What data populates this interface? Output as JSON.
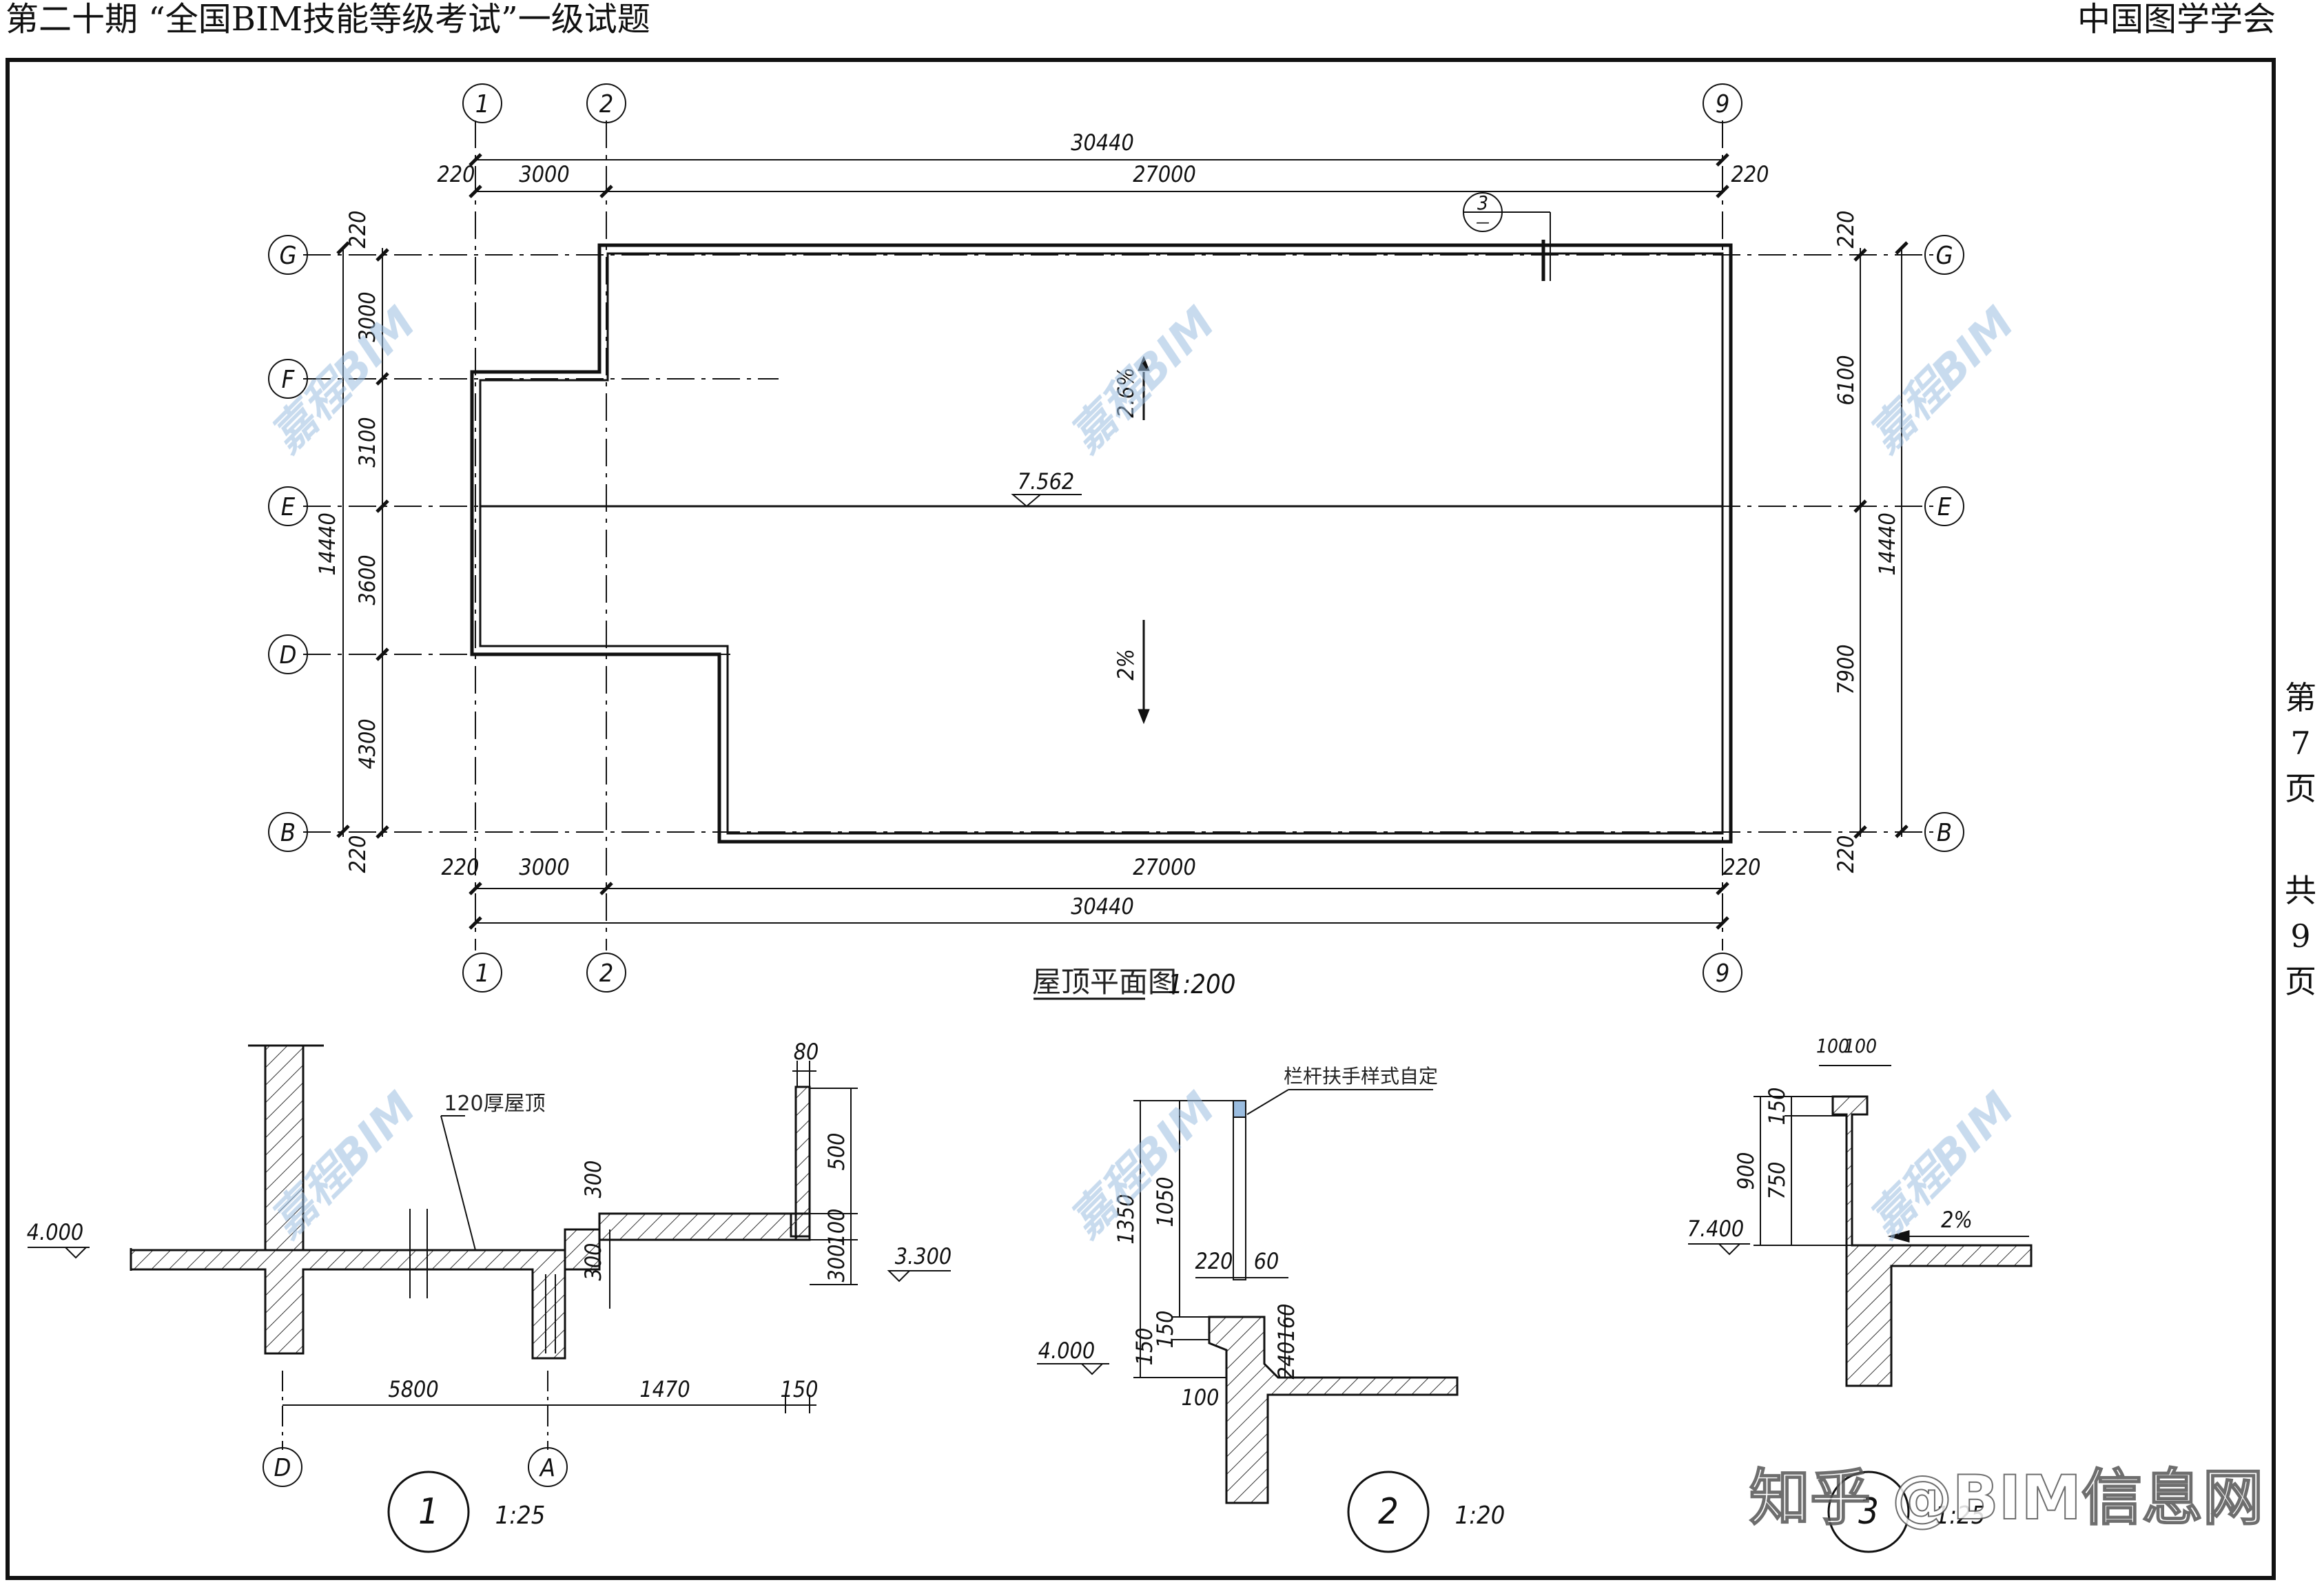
{
  "header": {
    "title": "第二十期 “全国BIM技能等级考试”一级试题",
    "organization": "中国图学学会"
  },
  "side_note": {
    "page": [
      "第",
      "7",
      "页"
    ],
    "total": [
      "共",
      "9",
      "页"
    ]
  },
  "plan": {
    "grid_axes": {
      "vertical": [
        "1",
        "2",
        "9"
      ],
      "horizontal": [
        "G",
        "F",
        "E",
        "D",
        "B"
      ]
    },
    "top_dims": {
      "total": "30440",
      "left_offset": "220",
      "bay_1_2": "3000",
      "bay_2_9": "27000",
      "right_offset": "220"
    },
    "bottom_dims": {
      "total": "30440",
      "left_offset": "220",
      "bay_1_2": "3000",
      "bay_2_9": "27000",
      "right_offset": "220"
    },
    "left_dims": {
      "total": "14440",
      "top_offset": "220",
      "g_f": "3000",
      "f_e": "3100",
      "e_d": "3600",
      "d_b": "4300",
      "bottom_offset": "220"
    },
    "right_dims": {
      "total": "14440",
      "top_offset": "220",
      "g_e": "6100",
      "e_b": "7900",
      "bottom_offset": "220"
    },
    "slope_upper": "2.6%",
    "slope_lower": "2%",
    "ridge_elevation": "7.562",
    "section_mark_num": "3",
    "section_mark_sub": "—",
    "title": "屋顶平面图",
    "scale": "1:200"
  },
  "detail1": {
    "label": "1",
    "scale": "1:25",
    "elev_left": "4.000",
    "elev_right": "3.300",
    "roof_note": "120厚屋顶",
    "dim_top": "80",
    "dims_right": [
      "500",
      "100",
      "300"
    ],
    "dims_mid": [
      "300",
      "300"
    ],
    "dims_bottom": [
      "5800",
      "1470",
      "150"
    ],
    "axis_left": "D",
    "axis_right": "A"
  },
  "detail2": {
    "label": "2",
    "scale": "1:20",
    "note": "栏杆扶手样式自定",
    "elev": "4.000",
    "dims_left": [
      "1350",
      "1050",
      "150",
      "150",
      "100"
    ],
    "dims_top": [
      "220",
      "60"
    ],
    "dims_right": [
      "160",
      "240"
    ]
  },
  "detail3": {
    "label": "3",
    "scale": "1:25",
    "elev": "7.400",
    "dims_top": [
      "100",
      "100"
    ],
    "dims_left": [
      "900",
      "150",
      "750"
    ],
    "slope": "2%"
  },
  "watermarks": [
    "嘉程BIM",
    "嘉程BIM",
    "嘉程BIM",
    "嘉程BIM",
    "嘉程BIM",
    "嘉程BIM"
  ],
  "brand": "知乎 @BIM信息网"
}
